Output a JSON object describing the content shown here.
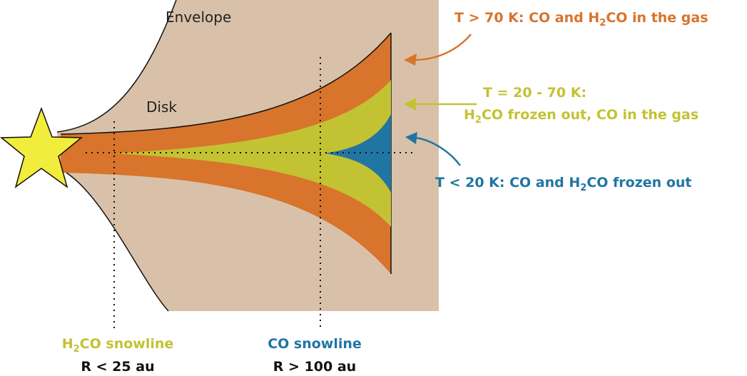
{
  "colors": {
    "envelope": "#d9c1a9",
    "hot_layer": "#d8742b",
    "warm_layer": "#c3c233",
    "cold_layer": "#2175a3",
    "star": "#f2ec3c",
    "text_dark": "#222222"
  },
  "labels": {
    "envelope": "Envelope",
    "disk": "Disk"
  },
  "zones": {
    "hot": {
      "text_a": "T > 70 K: CO and H",
      "text_sub": "2",
      "text_b": "CO in the gas"
    },
    "warm": {
      "line1": "T = 20 - 70 K:",
      "line2_a": "H",
      "line2_sub": "2",
      "line2_b": "CO frozen out, CO in the gas"
    },
    "cold": {
      "text_a": "T < 20 K: CO and H",
      "text_sub": "2",
      "text_b": "CO frozen out"
    }
  },
  "snowlines": {
    "h2co": {
      "title_a": "H",
      "title_sub": "2",
      "title_b": "CO snowline",
      "radius": "R < 25 au"
    },
    "co": {
      "title": "CO snowline",
      "radius": "R > 100 au"
    }
  }
}
